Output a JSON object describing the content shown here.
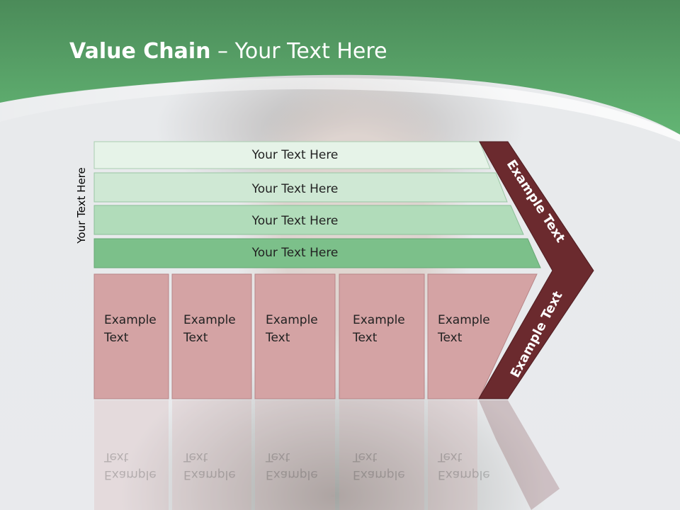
{
  "slide": {
    "title_bold": "Value Chain",
    "title_rest": " – Your Text Here",
    "side_label": "Your Text Here",
    "bars": [
      {
        "label": "Your Text Here"
      },
      {
        "label": "Your Text Here"
      },
      {
        "label": "Your Text Here"
      },
      {
        "label": "Your Text Here"
      }
    ],
    "columns": [
      {
        "line1": "Example",
        "line2": "Text"
      },
      {
        "line1": "Example",
        "line2": "Text"
      },
      {
        "line1": "Example",
        "line2": "Text"
      },
      {
        "line1": "Example",
        "line2": "Text"
      },
      {
        "line1": "Example",
        "line2": "Text"
      }
    ],
    "chevron_upper_label": "Example Text",
    "chevron_lower_label": "Example Text"
  },
  "colors": {
    "header_green": "#5aac6a",
    "header_green_dark": "#4a8c58",
    "bar1": "#e6f3e8",
    "bar2": "#cfe8d4",
    "bar3": "#b1dcba",
    "bar4": "#7cc08a",
    "column_fill": "#d4a3a4",
    "chevron": "#6b2a2e"
  }
}
